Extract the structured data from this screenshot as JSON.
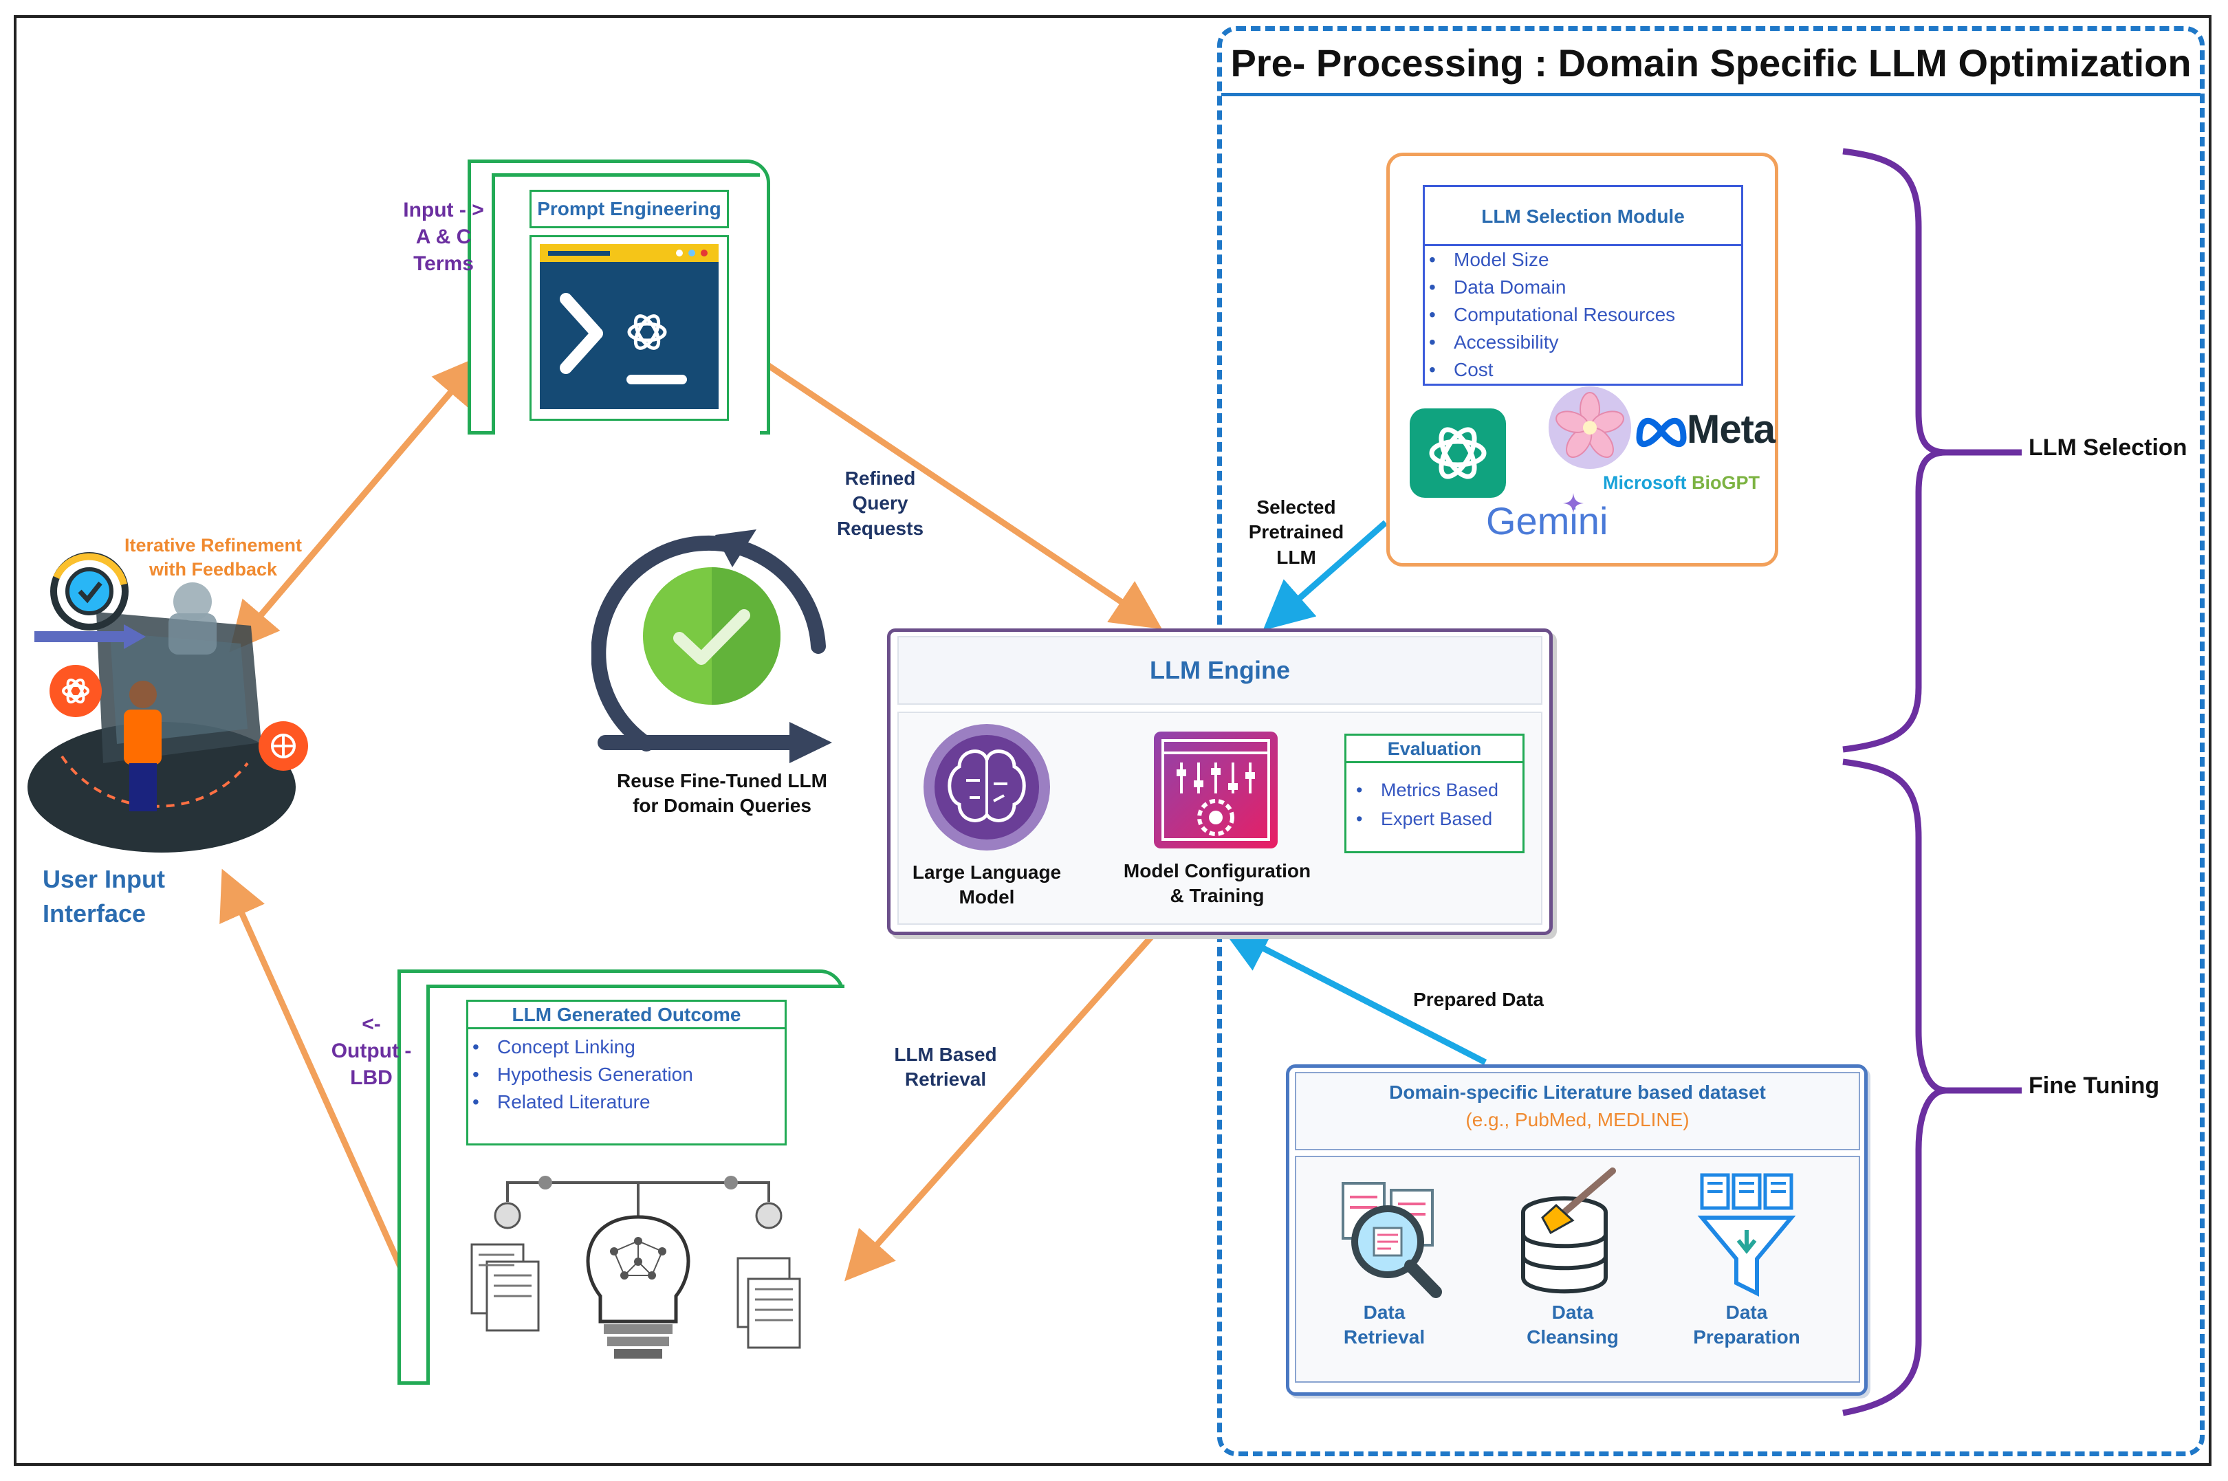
{
  "preprocessing": {
    "title": "Pre- Processing : Domain Specific LLM Optimization"
  },
  "prompt_engineering": {
    "title": "Prompt Engineering",
    "input_label": [
      "Input - >",
      "A  & C",
      "Terms"
    ]
  },
  "user_interface": {
    "feedback_label": [
      "Iterative Refinement",
      "with Feedback"
    ],
    "label": [
      "User Input",
      "Interface"
    ]
  },
  "reuse": {
    "label": [
      "Reuse Fine-Tuned LLM",
      "for Domain Queries"
    ]
  },
  "refined_query": {
    "label": [
      "Refined",
      "Query",
      "Requests"
    ]
  },
  "llm_engine": {
    "title": "LLM Engine",
    "llm_label": [
      "Large Language",
      "Model"
    ],
    "config_label": [
      "Model Configuration",
      "& Training"
    ],
    "evaluation_title": "Evaluation",
    "evaluation_items": [
      "Metrics Based",
      "Expert Based"
    ]
  },
  "llm_selection": {
    "title": "LLM Selection Module",
    "items": [
      "Model Size",
      "Data Domain",
      "Computational Resources",
      "Accessibility",
      "Cost"
    ],
    "logos": {
      "meta": "Meta",
      "biogpt": "Microsoft",
      "biogpt_accent": "BioGPT",
      "gemini": "Gemini"
    },
    "selected_label": [
      "Selected",
      "Pretrained",
      "LLM"
    ],
    "brace_label": "LLM Selection"
  },
  "dataset": {
    "title": "Domain-specific Literature based dataset",
    "subtitle": "(e.g., PubMed, MEDLINE)",
    "steps": [
      {
        "label": [
          "Data",
          "Retrieval"
        ],
        "icon": "magnifier-documents-icon"
      },
      {
        "label": [
          "Data",
          "Cleansing"
        ],
        "icon": "database-brush-icon"
      },
      {
        "label": [
          "Data",
          "Preparation"
        ],
        "icon": "funnel-icon"
      }
    ],
    "prepared_label": "Prepared Data",
    "brace_label": "Fine Tuning"
  },
  "outcome": {
    "title": "LLM Generated Outcome",
    "items": [
      "Concept Linking",
      "Hypothesis Generation",
      "Related Literature"
    ],
    "output_label": [
      "<-",
      "Output -",
      "LBD"
    ],
    "retrieval_label": [
      "LLM Based",
      "Retrieval"
    ]
  },
  "colors": {
    "orange_arrow": "#f2a05a",
    "blue_arrow": "#1aa8e6",
    "purple": "#6b2fa0",
    "green_card": "#22aa55",
    "title_blue": "#2b6cb0",
    "item_blue": "#3556c0"
  }
}
